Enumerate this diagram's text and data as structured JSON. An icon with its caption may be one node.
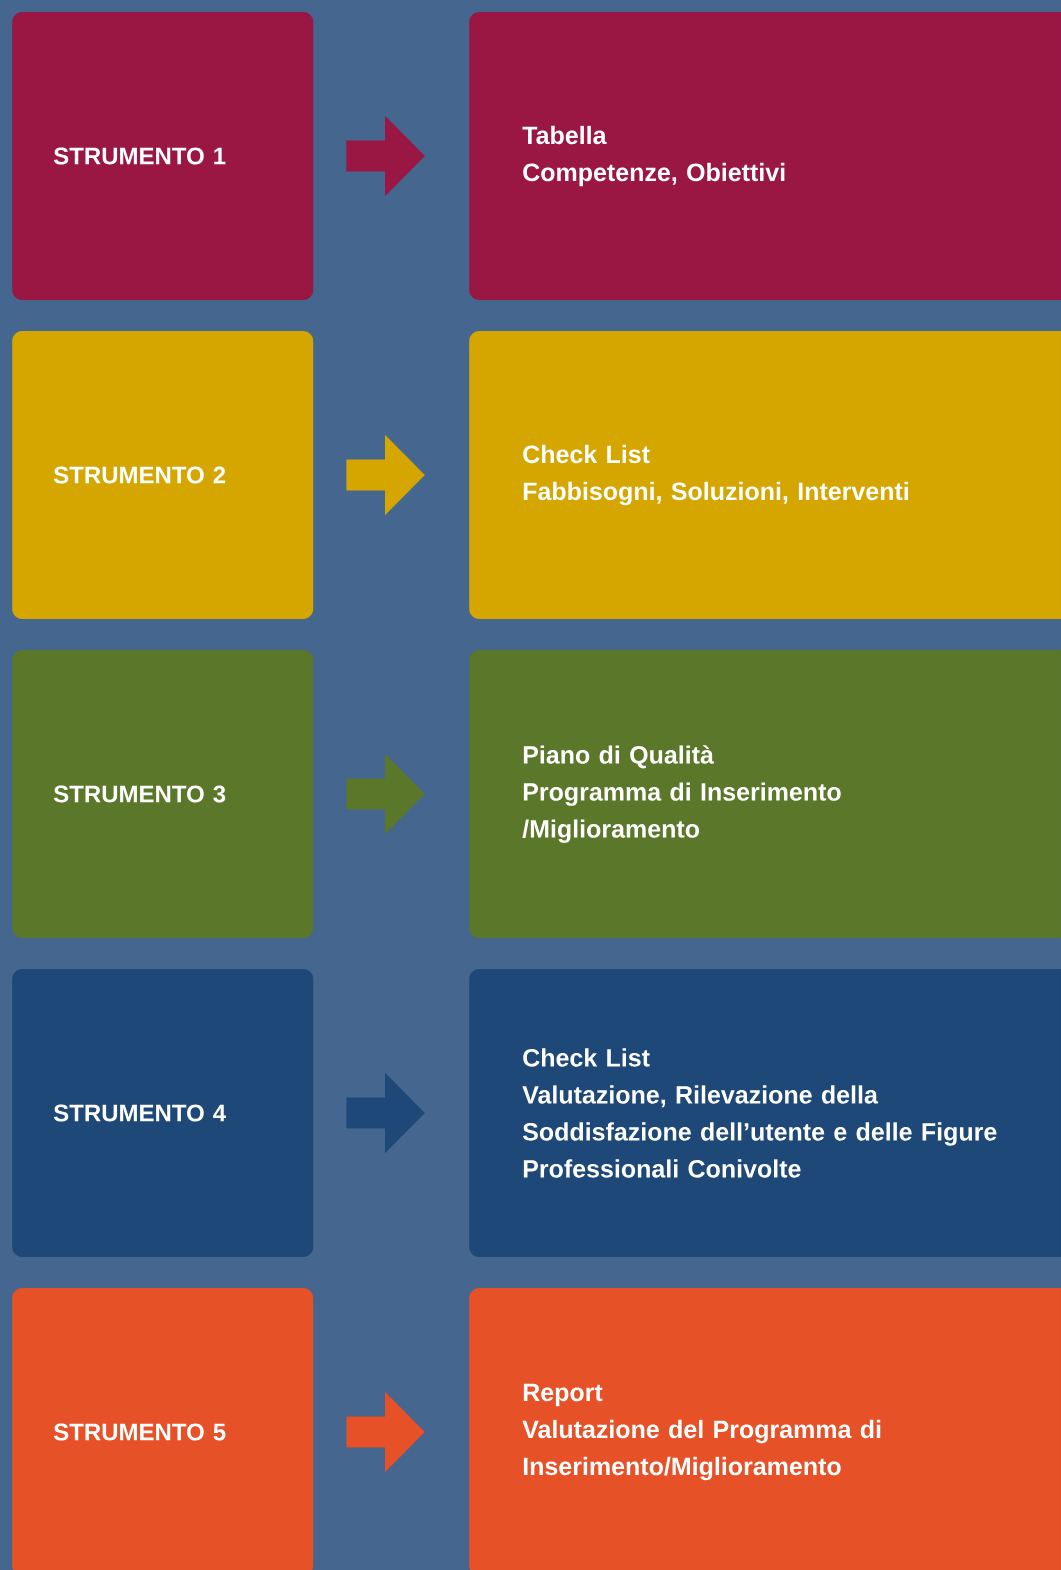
{
  "diagram": {
    "nodes": [
      {
        "text": [
          "STRUMENTO 1"
        ]
      },
      {
        "text": [
          "Tabella",
          "Competenze, Obiettivi"
        ]
      },
      {
        "text": [
          "STRUMENTO 2"
        ]
      },
      {
        "text": [
          "Check List",
          "Fabbisogni, Soluzioni, Interventi"
        ]
      },
      {
        "text": [
          "STRUMENTO 3"
        ]
      },
      {
        "text": [
          "Piano di Qualità",
          "Programma di Inserimento /Miglioramento"
        ]
      },
      {
        "text": [
          "STRUMENTO 4"
        ]
      },
      {
        "text": [
          "Check List",
          "Valutazione, Rilevazione della Soddisfazione dell’utente e delle Figure Professionali Conivolte"
        ]
      },
      {
        "text": [
          "STRUMENTO 5"
        ]
      },
      {
        "text": [
          "Report",
          "Valutazione del Programma di Inserimento/Miglioramento"
        ]
      }
    ],
    "edges": [
      {
        "from": 0,
        "to": 1,
        "arrow": "to",
        "color": "#9a1744"
      },
      {
        "from": 2,
        "to": 3,
        "arrow": "to",
        "color": "#d5a600"
      },
      {
        "from": 4,
        "to": 5,
        "arrow": "to",
        "color": "#5b772a"
      },
      {
        "from": 6,
        "to": 7,
        "arrow": "to",
        "color": "#1e4877"
      },
      {
        "from": 8,
        "to": 9,
        "arrow": "to",
        "color": "#e65127"
      }
    ]
  }
}
